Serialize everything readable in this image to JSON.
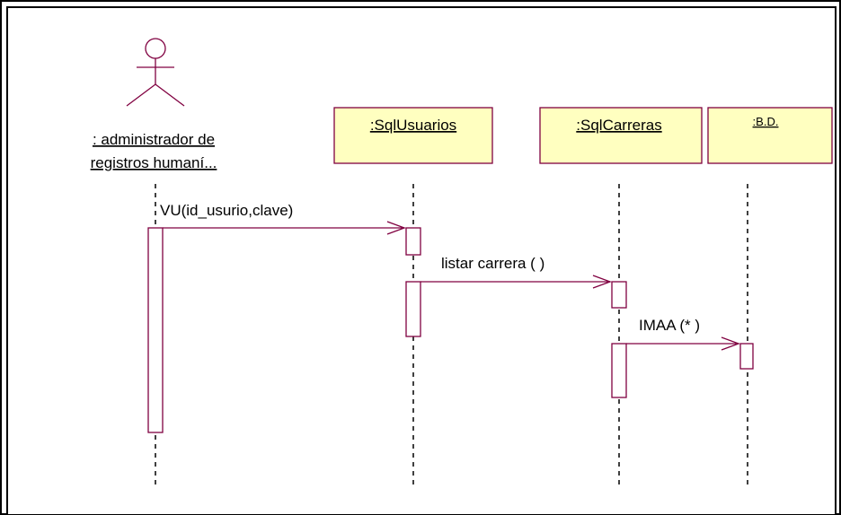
{
  "actor": {
    "name_line1": ": administrador de",
    "name_line2": "registros humaní..."
  },
  "objects": [
    {
      "id": "sqlusuarios",
      "label": ":SqlUsuarios"
    },
    {
      "id": "sqlcarreras",
      "label": ":SqlCarreras"
    },
    {
      "id": "bd",
      "label": ":B.D."
    }
  ],
  "messages": [
    {
      "id": "m1",
      "label": "VU(id_usurio,clave)",
      "from": "actor",
      "to": "sqlusuarios"
    },
    {
      "id": "m2",
      "label": "listar carrera ( )",
      "from": "sqlusuarios",
      "to": "sqlcarreras"
    },
    {
      "id": "m3",
      "label": "IMAA (* )",
      "from": "sqlcarreras",
      "to": "bd"
    }
  ],
  "colors": {
    "object_fill": "#ffffc0",
    "line": "#800040",
    "text": "#000000"
  }
}
